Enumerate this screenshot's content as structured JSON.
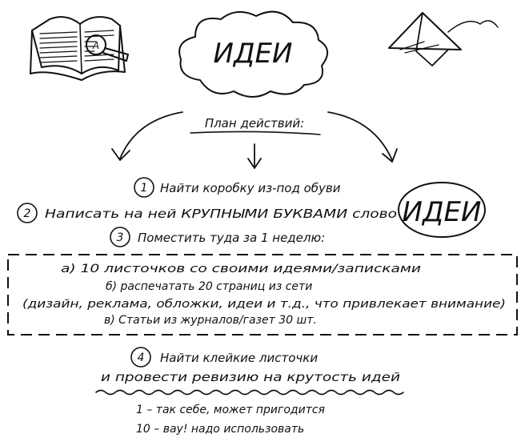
{
  "cloud": {
    "title": "ИДЕИ"
  },
  "plan": {
    "heading": "План действий:"
  },
  "steps": {
    "s1": {
      "num": "1",
      "text": "Найти коробку из-под обуви"
    },
    "s2": {
      "num": "2",
      "text": "Написать на ней КРУПНЫМИ БУКВАМИ слово"
    },
    "s2_word": "ИДЕИ",
    "s3": {
      "num": "3",
      "text": "Поместить туда за 1 неделю:"
    }
  },
  "box_items": {
    "a": "а) 10 листочков со своими идеями/записками",
    "b": "б) распечатать 20 страниц из сети",
    "b_note": "(дизайн, реклама, обложки, идеи и т.д., что привлекает внимание)",
    "c": "в) Статьи из журналов/газет 30 шт."
  },
  "step4": {
    "num": "4",
    "line1": "Найти клейкие листочки",
    "line2": "и провести ревизию на крутость идей"
  },
  "scale": {
    "low": "1 – так себе, может пригодится",
    "high": "10 – вау! надо использовать"
  },
  "book_badge": "A"
}
